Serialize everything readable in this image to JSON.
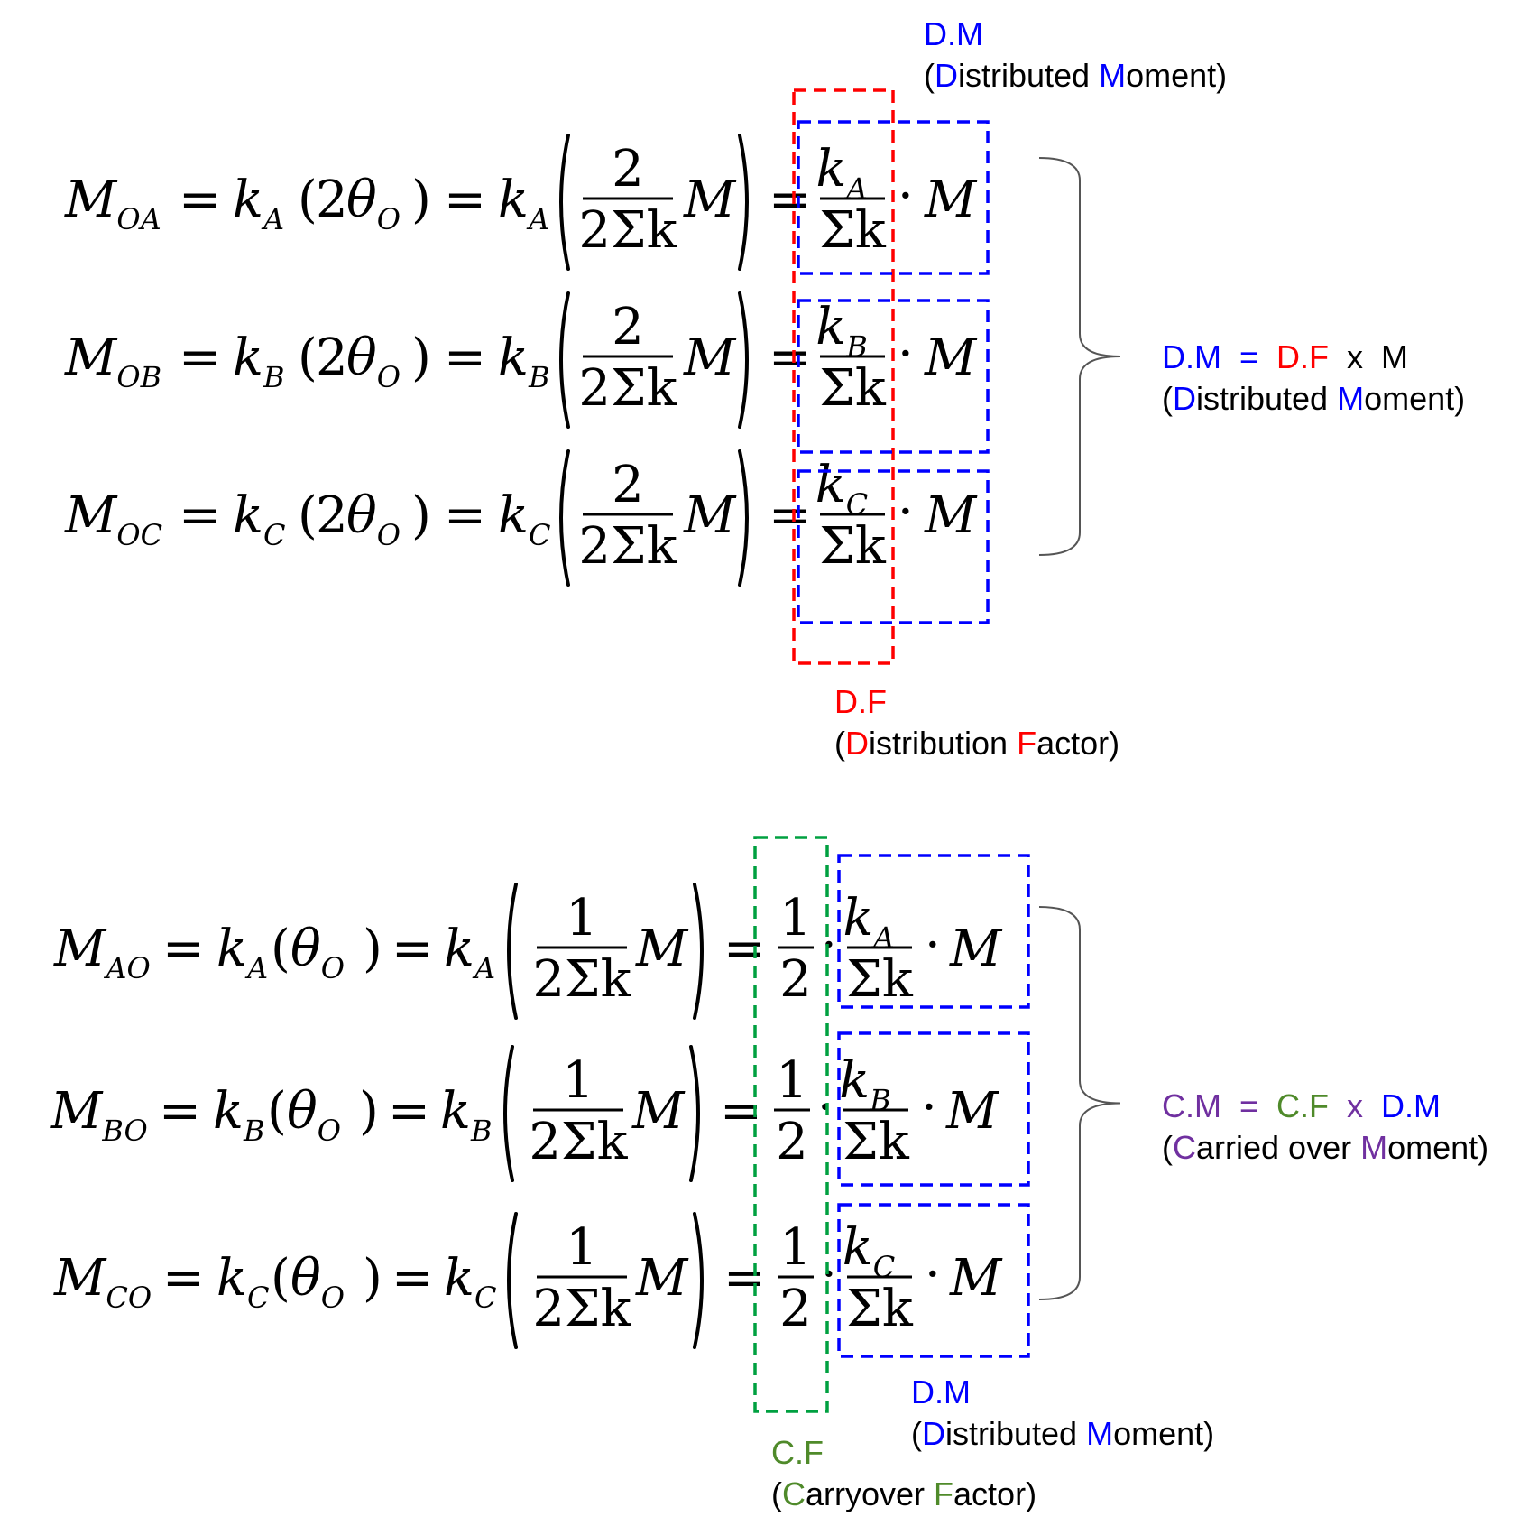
{
  "colors": {
    "red": "#ff0000",
    "blue": "#0000ff",
    "green": "#00a040",
    "olive_green": "#4f8a2a",
    "purple": "#7030a0",
    "black": "#000000",
    "brace_gray": "#555555"
  },
  "math": {
    "M": "M",
    "k": "k",
    "theta": "θ",
    "O": "O",
    "eq": "=",
    "lparen": "(",
    "rparen": ")",
    "two": "2",
    "one": "1",
    "two_sum_k": "2Σk",
    "sum_k": "Σk",
    "dot": "·"
  },
  "top_equations": [
    {
      "left_sub": "OA",
      "k_sub": "A"
    },
    {
      "left_sub": "OB",
      "k_sub": "B"
    },
    {
      "left_sub": "OC",
      "k_sub": "C"
    }
  ],
  "bottom_equations": [
    {
      "left_sub": "AO",
      "k_sub": "A"
    },
    {
      "left_sub": "BO",
      "k_sub": "B"
    },
    {
      "left_sub": "CO",
      "k_sub": "C"
    }
  ],
  "labels": {
    "dm_top": {
      "code": "D.M",
      "open": "(",
      "w1_first": "D",
      "w1_rest": "istributed ",
      "w2_first": "M",
      "w2_rest": "oment)"
    },
    "df": {
      "code": "D.F",
      "open": "(",
      "w1_first": "D",
      "w1_rest": "istribution ",
      "w2_first": "F",
      "w2_rest": "actor)"
    },
    "dm_eq": {
      "lhs": "D.M",
      "eq": "=",
      "rhs": "D.F",
      "x": "x",
      "m": "M",
      "open": "(",
      "w1_first": "D",
      "w1_rest": "istributed ",
      "w2_first": "M",
      "w2_rest": "oment)"
    },
    "cm_eq": {
      "lhs": "C.M",
      "eq": "=",
      "rhs": "C.F",
      "x": "x",
      "m": "D.M",
      "open": "(",
      "w1_first": "C",
      "w1_rest": "arried over ",
      "w2_first": "M",
      "w2_rest": "oment)"
    },
    "dm_bottom": {
      "code": "D.M",
      "open": "(",
      "w1_first": "D",
      "w1_rest": "istributed ",
      "w2_first": "M",
      "w2_rest": "oment)"
    },
    "cf": {
      "code": "C.F",
      "open": "(",
      "w1_first": "C",
      "w1_rest": "arryover ",
      "w2_first": "F",
      "w2_rest": "actor)"
    }
  }
}
